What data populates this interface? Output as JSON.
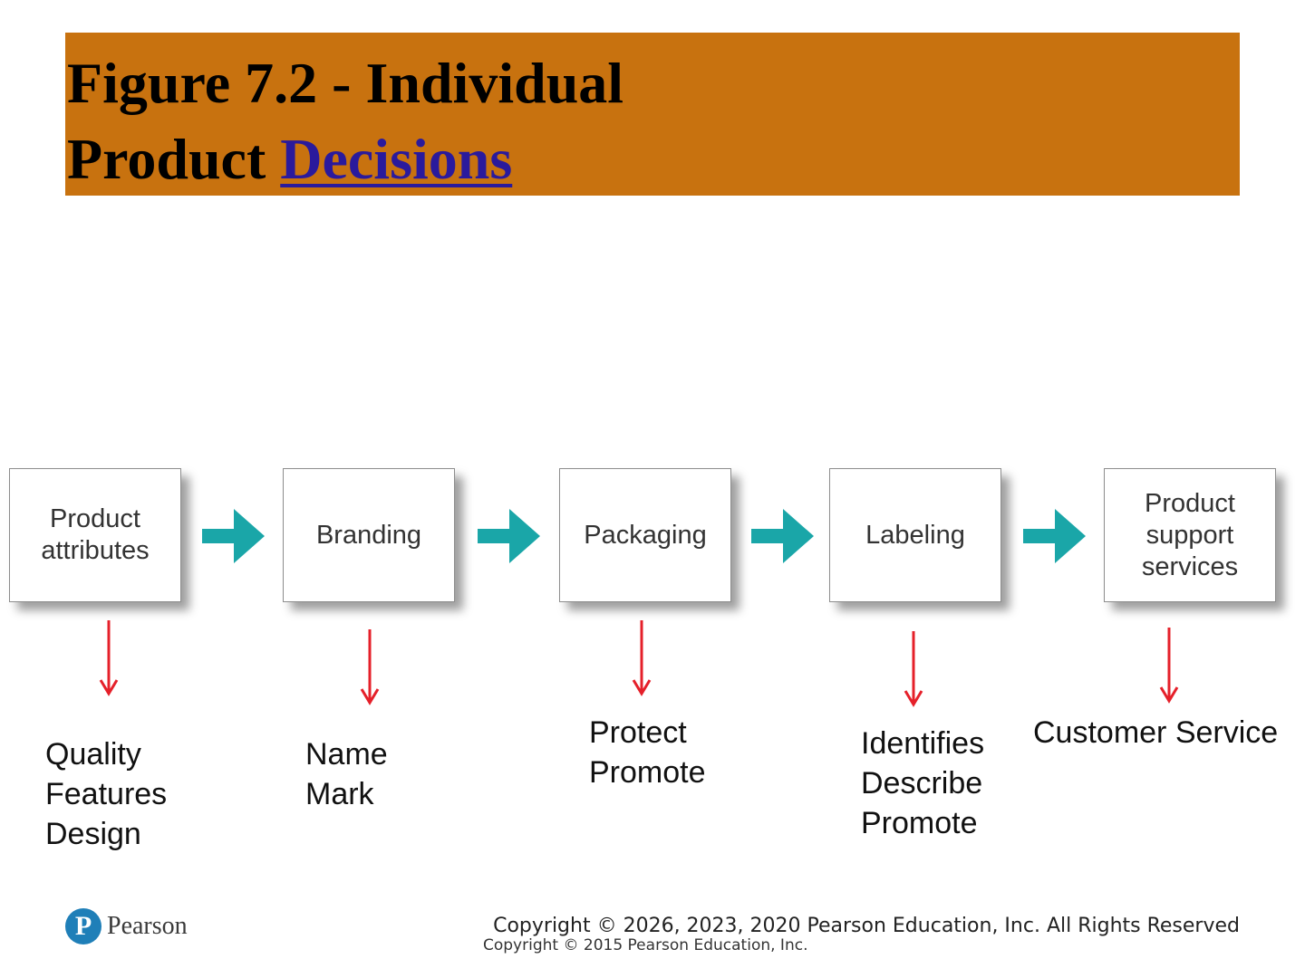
{
  "slide": {
    "title_line1": "Figure 7.2 - Individual",
    "title_line2_prefix": "Product",
    "title_link": "Decisions",
    "title_bar_color": "#c8720f",
    "link_color": "#2a1a9c"
  },
  "diagram": {
    "steps": [
      {
        "label": "Product\nattributes"
      },
      {
        "label": "Branding"
      },
      {
        "label": "Packaging"
      },
      {
        "label": "Labeling"
      },
      {
        "label": "Product\nsupport\nservices"
      }
    ],
    "descriptions": [
      "Quality\nFeatures\nDesign",
      "Name\nMark",
      "Protect\nPromote",
      "Identifies\nDescribe\nPromote",
      "Customer Service"
    ],
    "flow_arrow_color": "#1aa6a8",
    "detail_arrow_color": "#e5202a"
  },
  "footer": {
    "logo_letter": "P",
    "logo_word": "Pearson",
    "copyright_main": "Copyright © 2026, 2023, 2020 Pearson Education, Inc. All Rights Reserved",
    "copyright_sub": "Copyright © 2015 Pearson Education, Inc."
  }
}
